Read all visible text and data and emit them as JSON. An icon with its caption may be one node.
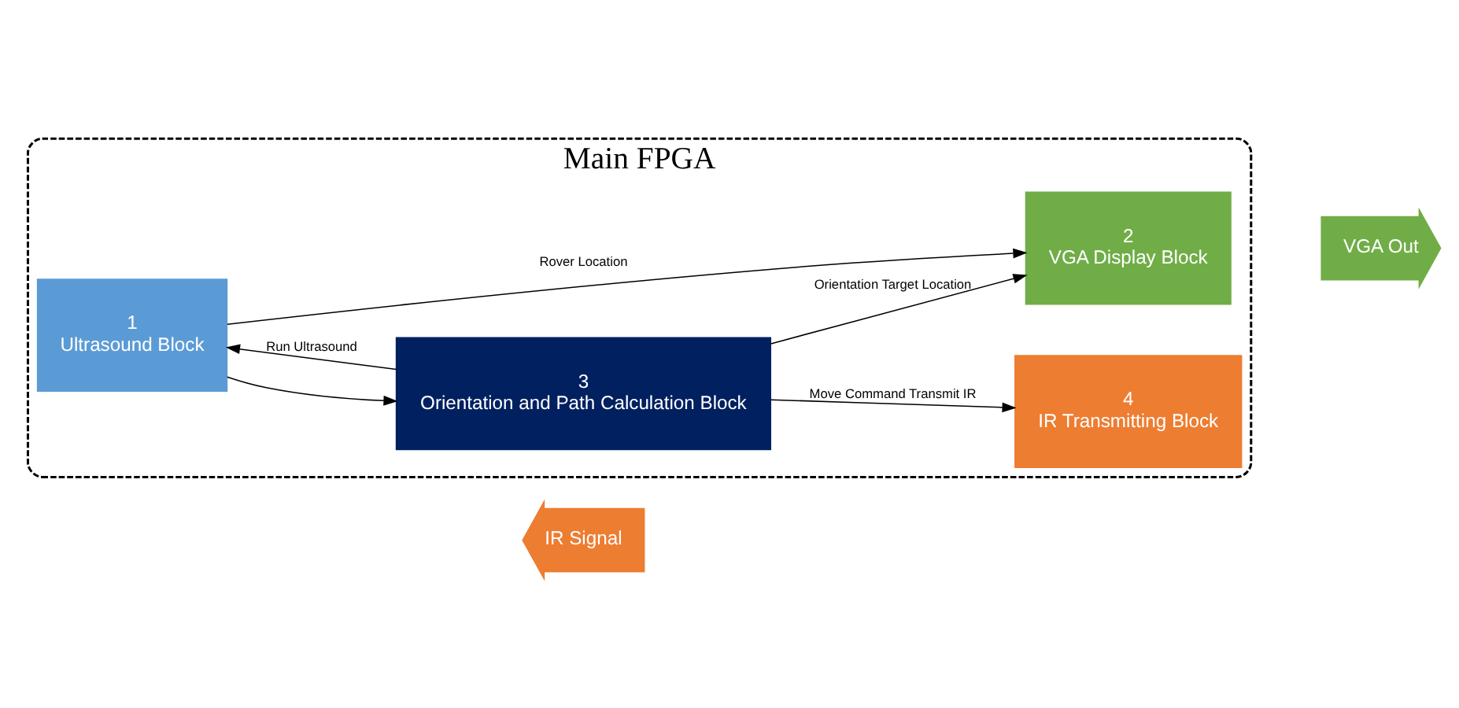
{
  "diagram": {
    "nodes": [
      {
        "text": [
          "Main FPGA"
        ]
      },
      {
        "text": [
          "1",
          "Ultrasound Block"
        ],
        "in": 0
      },
      {
        "text": [
          "2",
          "VGA Display Block"
        ],
        "in": 0
      },
      {
        "text": [
          "3",
          "Orientation and Path Calculation Block"
        ],
        "in": 0
      },
      {
        "text": [
          "4",
          "IR Transmitting Block"
        ],
        "in": 0
      },
      {
        "text": [
          "VGA Out"
        ]
      },
      {
        "text": [
          "IR Signal"
        ]
      }
    ],
    "edges": [
      {
        "from": 1,
        "to": 2,
        "arrow": "to",
        "label": "Rover Location"
      },
      {
        "from": 1,
        "to": 3,
        "arrow": "to"
      },
      {
        "from": 3,
        "to": 1,
        "arrow": "to",
        "label": "Run Ultrasound"
      },
      {
        "from": 3,
        "to": 2,
        "arrow": "to",
        "label": "Orientation Target Location"
      },
      {
        "from": 3,
        "to": 4,
        "arrow": "to",
        "label": "Move Command Transmit IR"
      }
    ]
  }
}
